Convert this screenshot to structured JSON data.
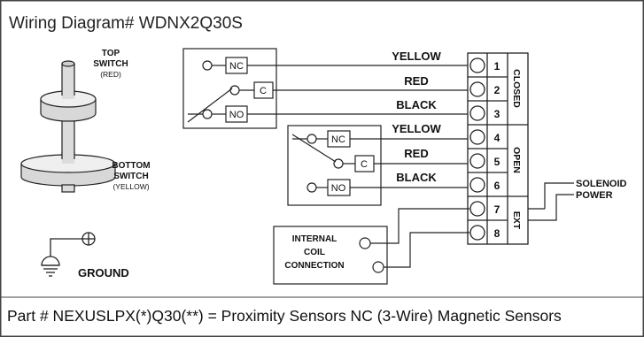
{
  "title": "Wiring Diagram# WDNX2Q30S",
  "part_number": "Part # NEXUSLPX(*)Q30(**) = Proximity Sensors NC (3-Wire) Magnetic Sensors",
  "switch_graphic": {
    "top_line1": "TOP",
    "top_line2": "SWITCH",
    "top_color": "(RED)",
    "bottom_line1": "BOTTOM",
    "bottom_line2": "SWITCH",
    "bottom_color": "(YELLOW)"
  },
  "ground_label": "GROUND",
  "switch1": {
    "nc": "NC",
    "c": "C",
    "no": "NO"
  },
  "switch2": {
    "nc": "NC",
    "c": "C",
    "no": "NO"
  },
  "wires": [
    "YELLOW",
    "RED",
    "BLACK",
    "YELLOW",
    "RED",
    "BLACK"
  ],
  "terminals": [
    "1",
    "2",
    "3",
    "4",
    "5",
    "6",
    "7",
    "8"
  ],
  "terminal_groups": {
    "closed": "CLOSED",
    "open": "OPEN",
    "ext": "EXT"
  },
  "internal_coil": {
    "line1": "INTERNAL",
    "line2": "COIL",
    "line3": "CONNECTION"
  },
  "solenoid": {
    "line1": "SOLENOID",
    "line2": "POWER"
  }
}
